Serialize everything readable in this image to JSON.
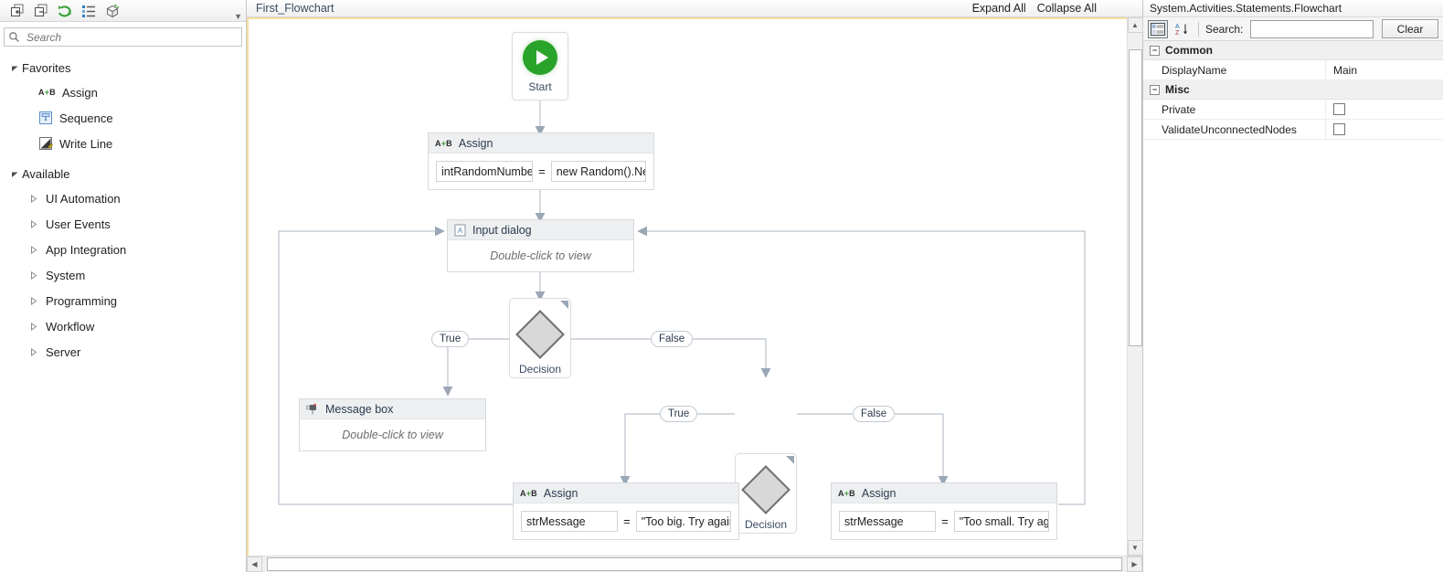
{
  "activities_panel": {
    "toolbar_icons": [
      "expand-all-icon",
      "collapse-all-icon",
      "refresh-icon",
      "show-list-icon",
      "manage-packages-icon"
    ],
    "overflow_label": "▼",
    "search": {
      "placeholder": "Search",
      "value": "",
      "icon": "search-icon"
    },
    "groups": [
      {
        "label": "Favorites",
        "expanded": true,
        "items": [
          {
            "label": "Assign",
            "icon": "assign-icon"
          },
          {
            "label": "Sequence",
            "icon": "sequence-icon"
          },
          {
            "label": "Write Line",
            "icon": "write-line-icon"
          }
        ]
      },
      {
        "label": "Available",
        "expanded": true,
        "items": [
          {
            "label": "UI Automation",
            "icon": "chevron-right-icon"
          },
          {
            "label": "User Events",
            "icon": "chevron-right-icon"
          },
          {
            "label": "App Integration",
            "icon": "chevron-right-icon"
          },
          {
            "label": "System",
            "icon": "chevron-right-icon"
          },
          {
            "label": "Programming",
            "icon": "chevron-right-icon"
          },
          {
            "label": "Workflow",
            "icon": "chevron-right-icon"
          },
          {
            "label": "Server",
            "icon": "chevron-right-icon"
          }
        ]
      }
    ]
  },
  "designer": {
    "breadcrumb": "First_Flowchart",
    "expand_all": "Expand All",
    "collapse_all": "Collapse All",
    "border_color": "#f3dea0",
    "nodes": {
      "start": {
        "label": "Start",
        "icon": "play-icon",
        "accent": "#2aa32a"
      },
      "assign_top": {
        "title": "Assign",
        "icon": "assign-icon",
        "to": "intRandomNumber",
        "operator": "=",
        "value": "new Random().Next"
      },
      "input_dialog": {
        "title": "Input dialog",
        "icon": "input-dialog-icon",
        "body": "Double-click to view"
      },
      "decision_1": {
        "label": "Decision",
        "icon": "diamond-icon"
      },
      "message_box": {
        "title": "Message box",
        "icon": "message-box-icon",
        "body": "Double-click to view"
      },
      "decision_2": {
        "label": "Decision",
        "icon": "diamond-icon"
      },
      "assign_left": {
        "title": "Assign",
        "icon": "assign-icon",
        "to": "strMessage",
        "operator": "=",
        "value": "\"Too big. Try again"
      },
      "assign_right": {
        "title": "Assign",
        "icon": "assign-icon",
        "to": "strMessage",
        "operator": "=",
        "value": "\"Too small. Try aga"
      }
    },
    "wire_labels": {
      "d1_true": "True",
      "d1_false": "False",
      "d2_true": "True",
      "d2_false": "False"
    }
  },
  "properties_panel": {
    "title": "System.Activities.Statements.Flowchart",
    "toolbar": {
      "categorized_icon": "categorized-view-icon",
      "alphabetical_icon": "sort-alphabetical-icon",
      "search_label": "Search:",
      "search_value": "",
      "clear_label": "Clear"
    },
    "categories": [
      {
        "name": "Common",
        "expanded": true,
        "rows": [
          {
            "name": "DisplayName",
            "value": "Main",
            "type": "text"
          }
        ]
      },
      {
        "name": "Misc",
        "expanded": true,
        "rows": [
          {
            "name": "Private",
            "value": "",
            "type": "checkbox",
            "checked": false
          },
          {
            "name": "ValidateUnconnectedNodes",
            "value": "",
            "type": "checkbox",
            "checked": false
          }
        ]
      }
    ]
  }
}
